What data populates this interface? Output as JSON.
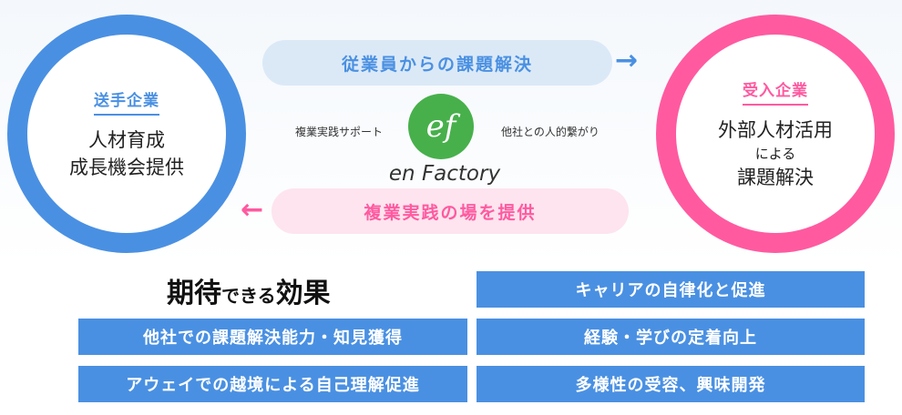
{
  "left_circle": {
    "tag": "送手企業",
    "lines": [
      "人材育成",
      "成長機会提供"
    ]
  },
  "right_circle": {
    "tag": "受入企業",
    "line1": "外部人材活用",
    "line2": "による",
    "line3": "課題解決"
  },
  "flows": {
    "top": "従業員からの課題解決",
    "bottom": "複業実践の場を提供"
  },
  "center": {
    "logo_mark": "ef",
    "logo_text": "en Factory",
    "left_label": "複業実践サポート",
    "right_label": "他社との人的繋がり"
  },
  "effects": {
    "title_part1": "期待",
    "title_part2": "できる",
    "title_part3": "効果",
    "items": [
      "キャリアの自律化と促進",
      "他社での課題解決能力・知見獲得",
      "経験・学びの定着向上",
      "アウェイでの越境による自己理解促進",
      "多様性の受容、興味開発"
    ]
  },
  "colors": {
    "blue": "#4a90e2",
    "pink": "#ff5aa0",
    "logo_green": "#47b04b"
  }
}
